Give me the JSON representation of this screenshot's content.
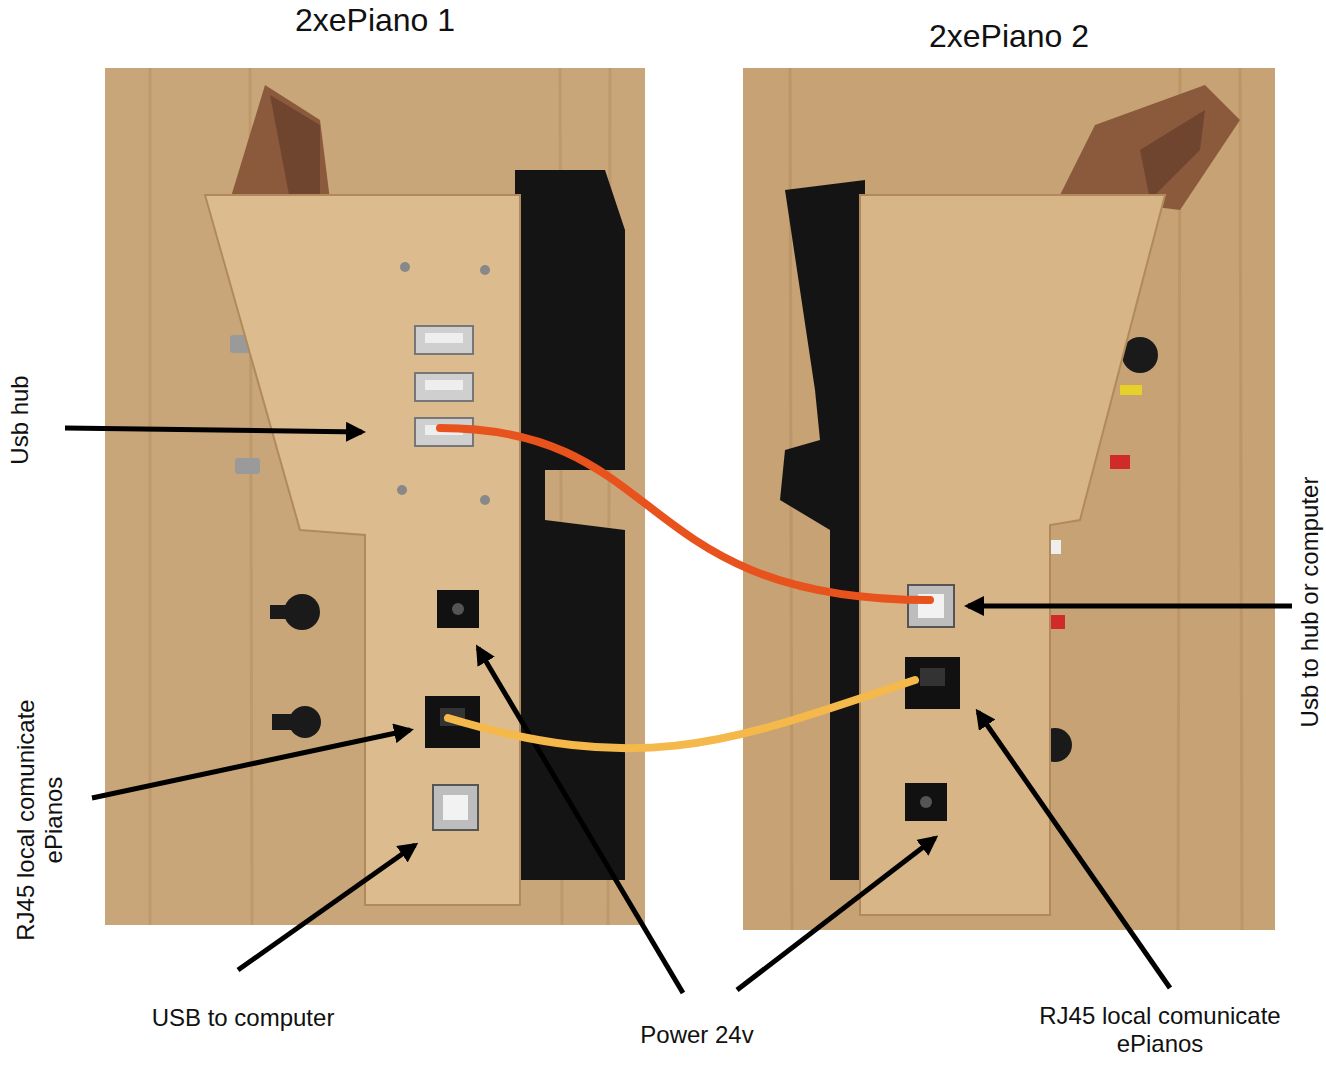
{
  "diagram": {
    "nodes": [
      {
        "text": [
          "2xePiano 1"
        ]
      },
      {
        "text": [
          "2xePiano 2"
        ]
      }
    ],
    "edges": [
      {
        "from": 0,
        "to": 1,
        "arrow": "none"
      },
      {
        "from": 0,
        "to": 1,
        "arrow": "none"
      }
    ],
    "labels": [
      "Usb hub",
      "RJ45 local comunicate ePianos",
      "USB to computer",
      "Power 24v",
      "RJ45 local comunicate ePianos",
      "Usb to hub or computer"
    ]
  }
}
